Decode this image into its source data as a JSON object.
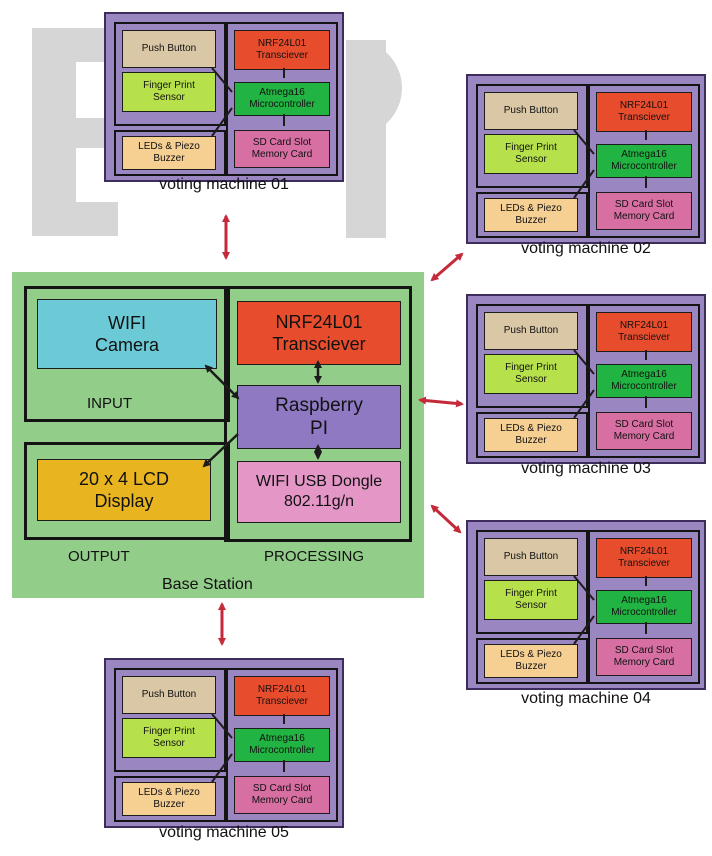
{
  "machine_blocks": {
    "push_button": "Push Button",
    "finger_print": "Finger Print\nSensor",
    "leds_buzzer": "LEDs & Piezo\nBuzzer",
    "nrf": "NRF24L01\nTransciever",
    "atmega": "Atmega16\nMicrocontroller",
    "sd_card": "SD Card Slot\nMemory Card"
  },
  "machines": [
    {
      "label": "voting machine 01"
    },
    {
      "label": "voting machine 02"
    },
    {
      "label": "voting machine 03"
    },
    {
      "label": "voting machine 04"
    },
    {
      "label": "voting machine 05"
    }
  ],
  "base_station": {
    "label": "Base Station",
    "input_label": "INPUT",
    "output_label": "OUTPUT",
    "processing_label": "PROCESSING",
    "wifi_camera": "WIFI\nCamera",
    "lcd_display": "20 x 4 LCD\nDisplay",
    "nrf": "NRF24L01\nTransciever",
    "raspberry_pi": "Raspberry\nPI",
    "wifi_dongle": "WIFI USB Dongle\n802.11g/n"
  },
  "colors": {
    "base_green": "#93cd8a",
    "machine_purple": "#9a86c0",
    "camera_cyan": "#6ccad7",
    "lcd_gold": "#e8b520",
    "nrf_red": "#e74c2d",
    "pi_purple": "#8f79c3",
    "dongle_pink": "#e497c7",
    "arrow_red": "#c42a3a"
  }
}
